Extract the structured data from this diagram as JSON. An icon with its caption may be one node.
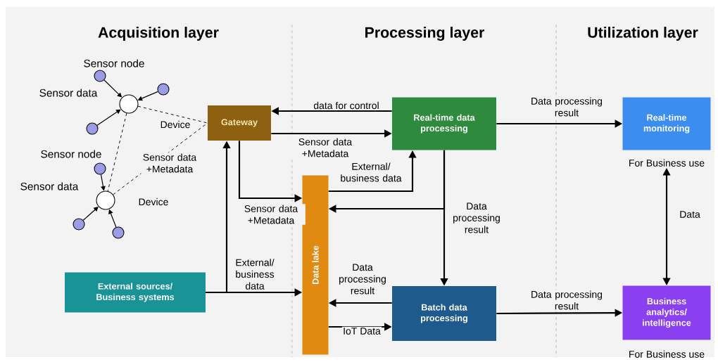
{
  "diagram": {
    "nodes": [
      {
        "text": [],
        "shape": "circle"
      },
      {
        "text": [],
        "shape": "circle"
      },
      {
        "text": [],
        "shape": "circle",
        "beside": [
          "Device"
        ]
      },
      {
        "text": [],
        "shape": "circle"
      },
      {
        "text": [
          "Gateway"
        ]
      },
      {
        "text": [
          "Real-time data processing"
        ]
      },
      {
        "text": [
          "Real-time monitoring"
        ],
        "beside": [
          "For Business use"
        ]
      },
      {
        "text": [],
        "shape": "circle"
      },
      {
        "text": [],
        "shape": "circle",
        "beside": [
          "Device"
        ]
      },
      {
        "text": [],
        "shape": "circle"
      },
      {
        "text": [],
        "shape": "circle"
      },
      {
        "text": [
          "Data lake"
        ]
      },
      {
        "text": [
          "External sources/ Business systems"
        ]
      },
      {
        "text": [
          "Batch data processing"
        ]
      },
      {
        "text": [
          "Business analytics/ intelligence"
        ],
        "beside": [
          "For Business use"
        ]
      }
    ],
    "edges": [
      {
        "from": 0,
        "to": 2,
        "arrow": "to"
      },
      {
        "from": 1,
        "to": 2,
        "arrow": "to"
      },
      {
        "from": 3,
        "to": 2,
        "arrow": "to"
      },
      {
        "from": 7,
        "to": 8,
        "arrow": "to"
      },
      {
        "from": 9,
        "to": 8,
        "arrow": "to"
      },
      {
        "from": 10,
        "to": 8,
        "arrow": "to"
      },
      {
        "from": 2,
        "to": 4,
        "arrow": "none",
        "style": "dashed"
      },
      {
        "from": 8,
        "to": 4,
        "arrow": "none",
        "style": "dashed",
        "label": "Sensor data +Metadata"
      },
      {
        "from": 2,
        "to": 8,
        "arrow": "none",
        "style": "dashed"
      },
      {
        "from": 5,
        "to": 4,
        "arrow": "to",
        "label": "data for control"
      },
      {
        "from": 4,
        "to": 5,
        "arrow": "to",
        "label": "Sensor data +Metadata"
      },
      {
        "from": 4,
        "to": 11,
        "arrow": "to",
        "label": "Sensor data +Metadata"
      },
      {
        "from": 12,
        "to": 4,
        "arrow": "to"
      },
      {
        "from": 12,
        "to": 11,
        "arrow": "to",
        "label": "External/ business data"
      },
      {
        "from": 11,
        "to": 5,
        "arrow": "to",
        "label": "External/ business data"
      },
      {
        "from": 5,
        "to": 11,
        "arrow": "to",
        "label": "Data processing result"
      },
      {
        "from": 5,
        "to": 13,
        "arrow": "to"
      },
      {
        "from": 13,
        "to": 11,
        "arrow": "to",
        "label": "Data processing result"
      },
      {
        "from": 11,
        "to": 13,
        "arrow": "to",
        "label": "IoT Data"
      },
      {
        "from": 5,
        "to": 6,
        "arrow": "to",
        "label": "Data processing result"
      },
      {
        "from": 13,
        "to": 14,
        "arrow": "to",
        "label": "Data processing result"
      },
      {
        "from": 6,
        "to": 14,
        "arrow": "both",
        "label": "Data"
      }
    ],
    "labels": [
      "Acquisition layer",
      "Processing layer",
      "Utilization layer",
      "Sensor node",
      "Sensor data",
      "Sensor node",
      "Sensor data"
    ]
  }
}
